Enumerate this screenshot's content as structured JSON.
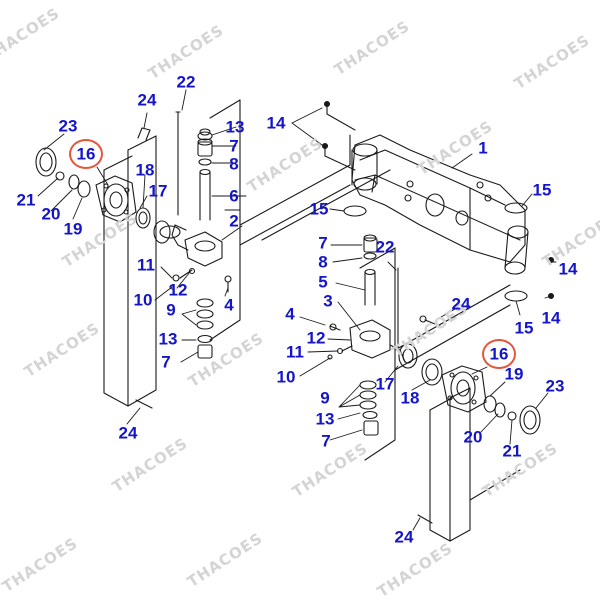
{
  "colors": {
    "callout": "#1515c8",
    "line": "#1a1a1a",
    "highlight": "#e8553a",
    "watermark": "#d4d4d4"
  },
  "watermark": "THACOES",
  "callouts": [
    {
      "label": "1"
    },
    {
      "label": "2"
    },
    {
      "label": "3"
    },
    {
      "label": "4"
    },
    {
      "label": "4"
    },
    {
      "label": "5"
    },
    {
      "label": "6"
    },
    {
      "label": "7"
    },
    {
      "label": "7"
    },
    {
      "label": "7"
    },
    {
      "label": "7"
    },
    {
      "label": "8"
    },
    {
      "label": "8"
    },
    {
      "label": "9"
    },
    {
      "label": "9"
    },
    {
      "label": "10"
    },
    {
      "label": "10"
    },
    {
      "label": "11"
    },
    {
      "label": "11"
    },
    {
      "label": "12"
    },
    {
      "label": "12"
    },
    {
      "label": "13"
    },
    {
      "label": "13"
    },
    {
      "label": "13"
    },
    {
      "label": "14"
    },
    {
      "label": "14"
    },
    {
      "label": "14"
    },
    {
      "label": "15"
    },
    {
      "label": "15"
    },
    {
      "label": "15"
    },
    {
      "label": "16"
    },
    {
      "label": "16"
    },
    {
      "label": "17"
    },
    {
      "label": "17"
    },
    {
      "label": "18"
    },
    {
      "label": "18"
    },
    {
      "label": "19"
    },
    {
      "label": "19"
    },
    {
      "label": "20"
    },
    {
      "label": "20"
    },
    {
      "label": "21"
    },
    {
      "label": "21"
    },
    {
      "label": "22"
    },
    {
      "label": "22"
    },
    {
      "label": "23"
    },
    {
      "label": "23"
    },
    {
      "label": "24"
    },
    {
      "label": "24"
    },
    {
      "label": "24"
    },
    {
      "label": "24"
    }
  ]
}
